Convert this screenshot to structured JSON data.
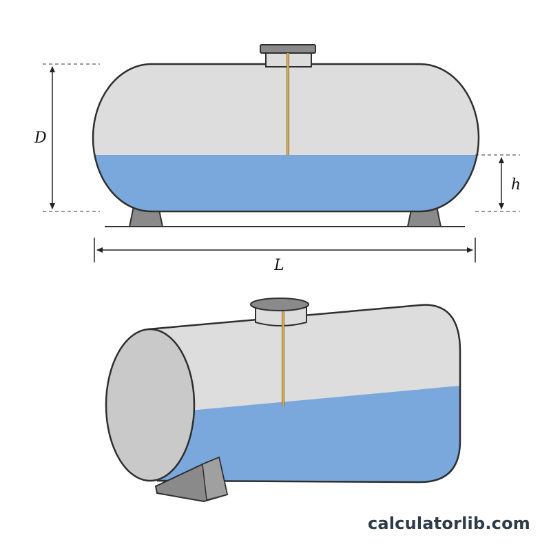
{
  "labels": {
    "diameter": "D",
    "height": "h",
    "length": "L"
  },
  "brand": "calculatorlib.com",
  "colors": {
    "tank_body": "#dddddd",
    "tank_end": "#c9c9c9",
    "liquid": "#7aa7dc",
    "outline": "#2e2e2e",
    "support": "#8a8a8a",
    "gauge_rod": "#c9a24a",
    "dimension_line": "#222222",
    "brand_text": "#2f3b47"
  }
}
